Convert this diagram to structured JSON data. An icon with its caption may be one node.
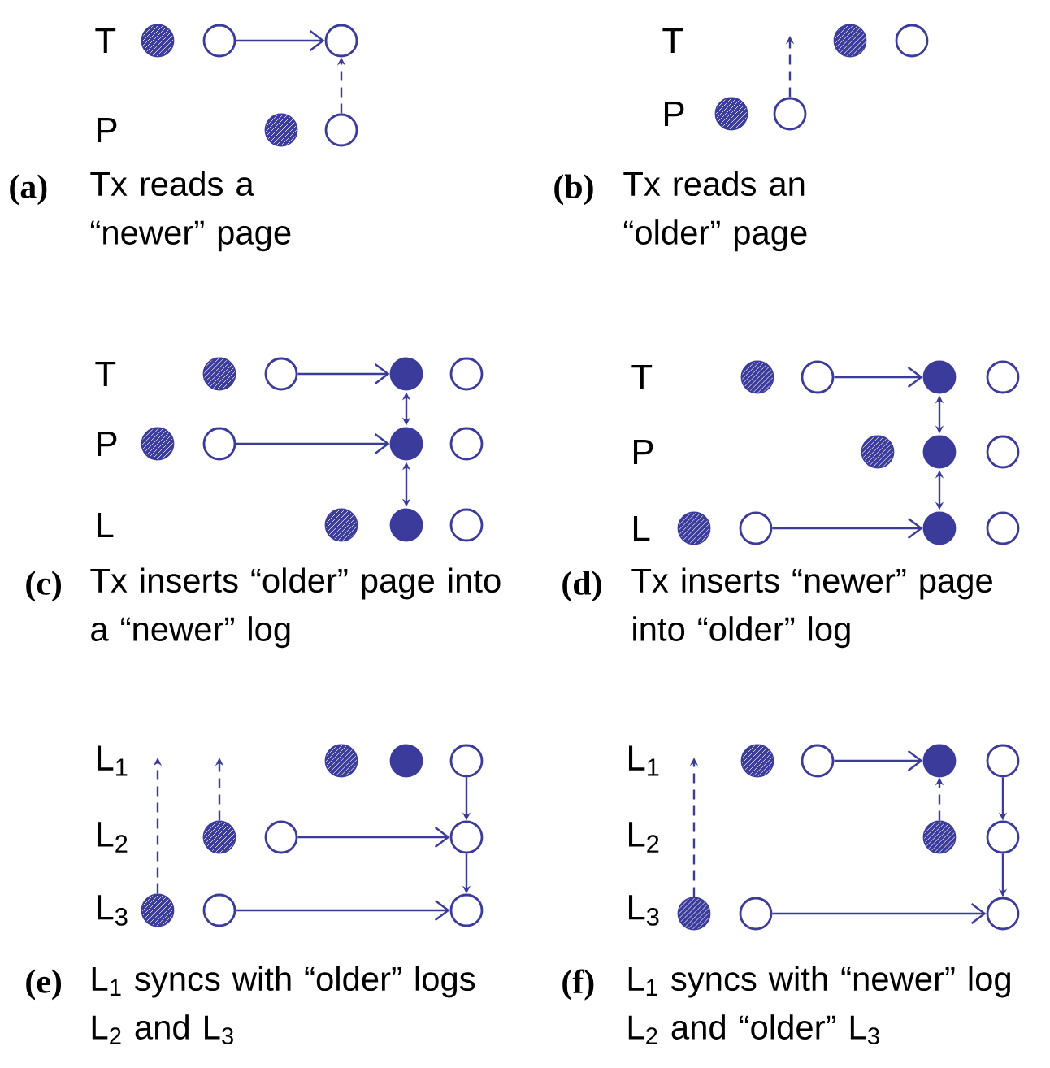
{
  "diagram": {
    "nodes": [
      {
        "text": [],
        "shape": "circle"
      },
      {
        "text": [],
        "shape": "circle"
      },
      {
        "text": [],
        "shape": "circle"
      },
      {
        "text": [],
        "shape": "circle"
      },
      {
        "text": [],
        "shape": "circle"
      },
      {
        "text": [],
        "shape": "circle"
      },
      {
        "text": [],
        "shape": "circle"
      },
      {
        "text": [],
        "shape": "circle"
      },
      {
        "text": [],
        "shape": "circle"
      },
      {
        "text": [],
        "shape": "circle"
      },
      {
        "text": [],
        "shape": "circle"
      },
      {
        "text": [],
        "shape": "circle"
      },
      {
        "text": [],
        "shape": "circle"
      },
      {
        "text": [],
        "shape": "circle"
      },
      {
        "text": [],
        "shape": "circle"
      },
      {
        "text": [],
        "shape": "circle"
      },
      {
        "text": [],
        "shape": "circle"
      },
      {
        "text": [],
        "shape": "circle"
      },
      {
        "text": [],
        "shape": "circle"
      },
      {
        "text": [],
        "shape": "circle"
      },
      {
        "text": [],
        "shape": "circle"
      },
      {
        "text": [],
        "shape": "circle"
      },
      {
        "text": [],
        "shape": "circle"
      },
      {
        "text": [],
        "shape": "circle"
      },
      {
        "text": [],
        "shape": "circle"
      },
      {
        "text": [],
        "shape": "circle"
      },
      {
        "text": [],
        "shape": "circle"
      },
      {
        "text": [],
        "shape": "circle"
      },
      {
        "text": [],
        "shape": "circle"
      },
      {
        "text": [],
        "shape": "circle"
      },
      {
        "text": [],
        "shape": "circle"
      },
      {
        "text": [],
        "shape": "circle"
      },
      {
        "text": [],
        "shape": "circle"
      },
      {
        "text": [],
        "shape": "circle"
      },
      {
        "text": [],
        "shape": "circle"
      },
      {
        "text": [],
        "shape": "circle"
      },
      {
        "text": [],
        "shape": "circle"
      },
      {
        "text": [],
        "shape": "circle"
      },
      {
        "text": [],
        "shape": "circle"
      },
      {
        "text": [],
        "shape": "circle"
      },
      {
        "text": [],
        "shape": "circle"
      },
      {
        "text": [],
        "shape": "circle"
      },
      {
        "text": [],
        "shape": "circle"
      },
      {
        "text": [],
        "shape": "circle"
      },
      {
        "text": [],
        "shape": "circle"
      },
      {
        "text": [],
        "shape": "circle"
      },
      {
        "text": [],
        "shape": "circle"
      },
      {
        "text": [],
        "shape": "circle"
      },
      {
        "text": [],
        "shape": "circle"
      }
    ],
    "edges": [
      {
        "from": 1,
        "to": 2,
        "arrow": "to"
      },
      {
        "from": 4,
        "to": 2,
        "arrow": "to",
        "style": "dashed"
      },
      {
        "from": 8,
        "to": null,
        "arrow": "to",
        "style": "dashed"
      },
      {
        "from": 10,
        "to": 11,
        "arrow": "to"
      },
      {
        "from": 14,
        "to": 15,
        "arrow": "to"
      },
      {
        "from": 11,
        "to": 15,
        "arrow": "both"
      },
      {
        "from": 15,
        "to": 18,
        "arrow": "both"
      },
      {
        "from": 21,
        "to": 22,
        "arrow": "to"
      },
      {
        "from": 22,
        "to": 25,
        "arrow": "both"
      },
      {
        "from": 25,
        "to": 29,
        "arrow": "both"
      },
      {
        "from": 28,
        "to": 29,
        "arrow": "to"
      },
      {
        "from": 37,
        "to": null,
        "arrow": "to",
        "style": "dashed"
      },
      {
        "from": 34,
        "to": null,
        "arrow": "to",
        "style": "dashed"
      },
      {
        "from": 35,
        "to": 36,
        "arrow": "to"
      },
      {
        "from": 38,
        "to": 39,
        "arrow": "to"
      },
      {
        "from": 33,
        "to": 36,
        "arrow": "to"
      },
      {
        "from": 36,
        "to": 39,
        "arrow": "to"
      },
      {
        "from": 41,
        "to": 42,
        "arrow": "to"
      },
      {
        "from": 44,
        "to": 42,
        "arrow": "to",
        "style": "dashed"
      },
      {
        "from": 46,
        "to": null,
        "arrow": "to",
        "style": "dashed"
      },
      {
        "from": 47,
        "to": 48,
        "arrow": "to"
      },
      {
        "from": 43,
        "to": 45,
        "arrow": "to"
      },
      {
        "from": 45,
        "to": 48,
        "arrow": "to"
      }
    ],
    "labels": [
      "T",
      "P",
      "(a)",
      "Tx reads a “newer” page",
      "T",
      "P",
      "(b)",
      "Tx reads an “older” page",
      "T",
      "P",
      "L",
      "(c)",
      "Tx inserts “older” page into a “newer” log",
      "T",
      "P",
      "L",
      "(d)",
      "Tx inserts “newer” page into “older” log",
      "L$_{1}$",
      "L$_{2}$",
      "L$_{3}$",
      "(e)",
      "L$_{1}$ syncs with “older” logs L$_{2}$ and L$_{3}$",
      "L$_{1}$",
      "L$_{2}$",
      "L$_{3}$",
      "(f)",
      "L$_{1}$ syncs with “newer” log L$_{2}$ and “older” L$_{3}$"
    ]
  }
}
